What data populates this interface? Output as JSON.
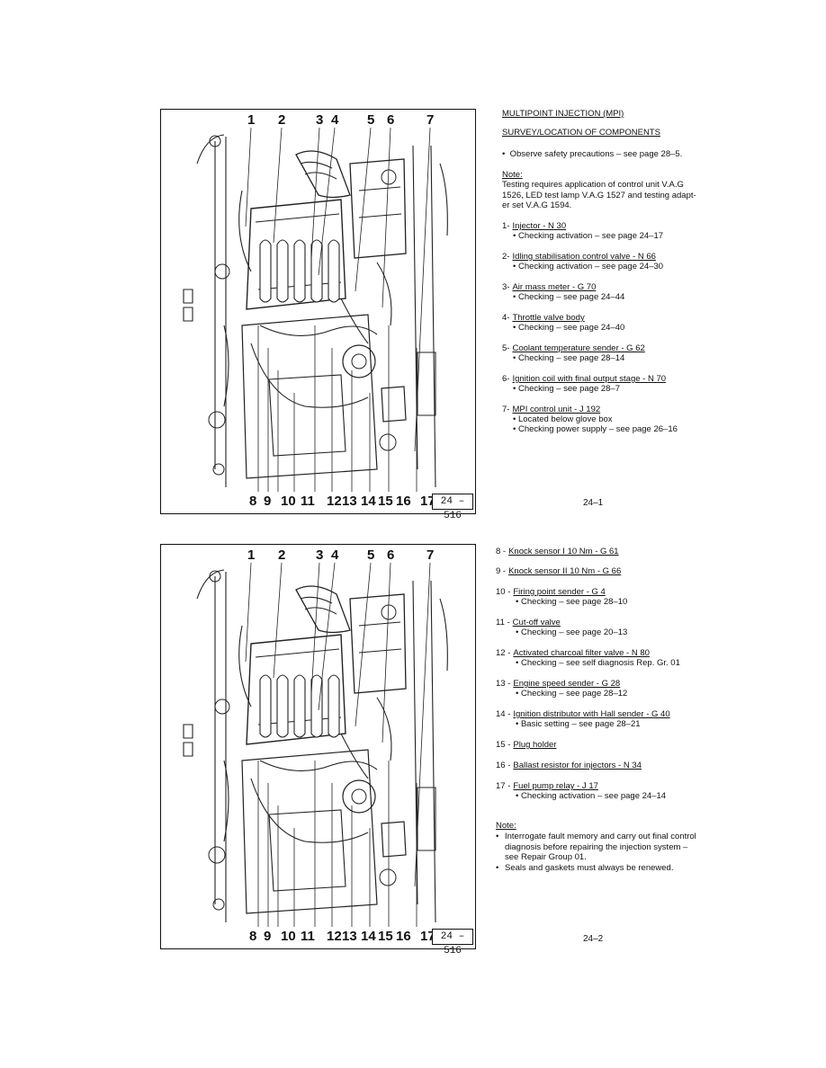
{
  "figure": {
    "top_labels": [
      "1",
      "2",
      "3",
      "4",
      "5",
      "6",
      "7"
    ],
    "bottom_labels": [
      "8",
      "9",
      "10",
      "11",
      "12",
      "13",
      "14",
      "15",
      "16",
      "17"
    ],
    "ref": "24 – 516"
  },
  "page1": {
    "title": "MULTIPOINT INJECTION (MPI)",
    "subtitle": "SURVEY/LOCATION OF COMPONENTS",
    "bullet": "Observe safety precautions – see page 28–5.",
    "note_heading": "Note:",
    "note_lines": [
      "Testing requires application of control unit V.A.G",
      "1526, LED test lamp V.A.G 1527 and testing adapt-",
      "er set V.A.G 1594."
    ],
    "items": [
      {
        "num": "1-",
        "title": "Injector - N 30",
        "subs": [
          "• Checking activation – see page 24–17"
        ]
      },
      {
        "num": "2-",
        "title": "Idling stabilisation control valve - N 66",
        "subs": [
          "• Checking activation – see page 24–30"
        ]
      },
      {
        "num": "3-",
        "title": "Air mass meter - G 70",
        "subs": [
          "• Checking – see page 24–44"
        ]
      },
      {
        "num": "4-",
        "title": "Throttle valve body",
        "subs": [
          "• Checking – see page 24–40"
        ]
      },
      {
        "num": "5-",
        "title": "Coolant temperature sender - G 62",
        "subs": [
          "• Checking – see page 28–14"
        ]
      },
      {
        "num": "6-",
        "title": "Ignition coil with final output stage - N 70",
        "subs": [
          "• Checking – see page 28–7"
        ]
      },
      {
        "num": "7-",
        "title": "MPI control unit - J 192",
        "subs": [
          "• Located below glove box",
          "• Checking power supply – see page 26–16"
        ]
      }
    ],
    "page_number": "24–1"
  },
  "page2": {
    "items": [
      {
        "num": "8 -",
        "title": "Knock sensor I 10 Nm - G 61",
        "subs": []
      },
      {
        "num": "9 -",
        "title": "Knock sensor II 10 Nm - G 66",
        "subs": []
      },
      {
        "num": "10 -",
        "title": "Firing point sender - G 4",
        "subs": [
          "• Checking – see page 28–10"
        ]
      },
      {
        "num": "11 -",
        "title": "Cut-off valve",
        "subs": [
          "• Checking – see page 20–13"
        ]
      },
      {
        "num": "12 -",
        "title": "Activated charcoal filter valve - N 80",
        "subs": [
          "• Checking – see self diagnosis Rep. Gr. 01"
        ]
      },
      {
        "num": "13 -",
        "title": "Engine speed sender - G 28",
        "subs": [
          "• Checking – see page 28–12"
        ]
      },
      {
        "num": "14 -",
        "title": "Ignition distributor with Hall sender - G 40",
        "subs": [
          "• Basic setting – see page 28–21"
        ]
      },
      {
        "num": "15 -",
        "title": "Plug holder",
        "subs": []
      },
      {
        "num": "16 -",
        "title": "Ballast resistor for injectors - N 34",
        "subs": []
      },
      {
        "num": "17 -",
        "title": "Fuel pump relay - J 17",
        "subs": [
          "• Checking activation – see page 24–14"
        ]
      }
    ],
    "note_heading": "Note:",
    "note_bullets": [
      "Interrogate fault memory and carry out final control diagnosis before repairing the injection system – see Repair Group 01.",
      "Seals and gaskets must always be renewed."
    ],
    "page_number": "24–2"
  }
}
